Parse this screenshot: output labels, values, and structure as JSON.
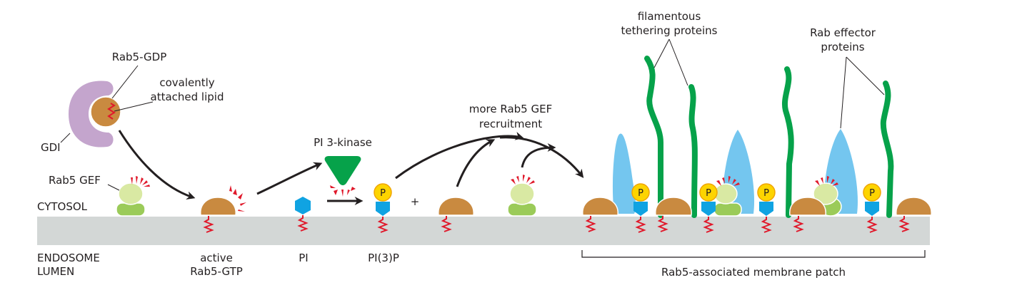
{
  "diagram": {
    "title": "Rab5 activation and membrane domain assembly on the endosome",
    "colors": {
      "membrane": "#d3d7d6",
      "rab5": "#c98a40",
      "gdi": "#c4a5cd",
      "gef_top": "#d9e9a3",
      "gef_bottom": "#9bcb59",
      "pi_headgroup": "#10a3e2",
      "phosphate": "#fdd400",
      "pi3_kinase": "#06a24a",
      "effector": "#74c6ef",
      "tether": "#06a24a",
      "lipid_anchor": "#e0192b"
    },
    "labels": {
      "rab5_gdp": "Rab5-GDP",
      "lipid": [
        "covalently",
        "attached lipid"
      ],
      "gdi": "GDI",
      "rab5_gef": "Rab5 GEF",
      "cytosol": "CYTOSOL",
      "endosome_lumen": [
        "ENDOSOME",
        "LUMEN"
      ],
      "active_rab5": [
        "active",
        "Rab5-GTP"
      ],
      "pi3_kinase": "PI 3-kinase",
      "pi": "PI",
      "pi3p": "PI(3)P",
      "plus": "+",
      "more_gef": [
        "more Rab5 GEF",
        "recruitment"
      ],
      "tethering": [
        "filamentous",
        "tethering proteins"
      ],
      "effectors": [
        "Rab effector",
        "proteins"
      ],
      "patch": "Rab5-associated membrane patch",
      "phosphate_symbol": "P"
    }
  }
}
